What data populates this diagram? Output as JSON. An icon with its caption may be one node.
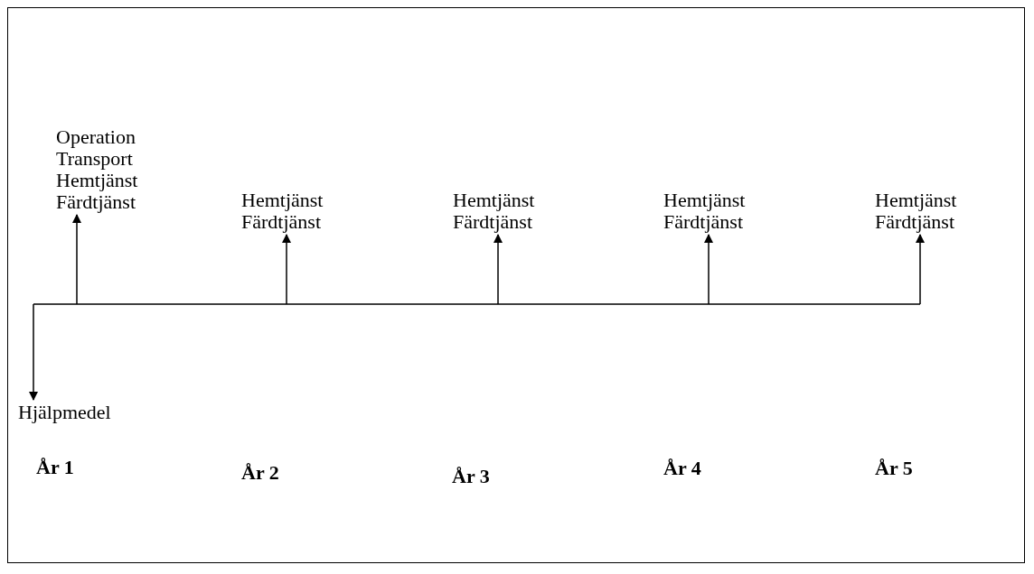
{
  "diagram": {
    "nodes": [
      {
        "text": [
          "Operation",
          "Transport",
          "Hemtjänst",
          "Färdtjänst"
        ]
      },
      {
        "text": [
          "Hemtjänst",
          "Färdtjänst"
        ]
      },
      {
        "text": [
          "Hemtjänst",
          "Färdtjänst"
        ]
      },
      {
        "text": [
          "Hemtjänst",
          "Färdtjänst"
        ]
      },
      {
        "text": [
          "Hemtjänst",
          "Färdtjänst"
        ]
      },
      {
        "text": [
          "Hjälpmedel"
        ]
      }
    ],
    "edges": [
      {
        "from": null,
        "to": 0,
        "arrow": "to"
      },
      {
        "from": null,
        "to": 1,
        "arrow": "to"
      },
      {
        "from": null,
        "to": 2,
        "arrow": "to"
      },
      {
        "from": null,
        "to": 3,
        "arrow": "to"
      },
      {
        "from": null,
        "to": 4,
        "arrow": "to"
      },
      {
        "from": null,
        "to": 5,
        "arrow": "to"
      }
    ],
    "labels": [
      "År 1",
      "År 2",
      "År 3",
      "År 4",
      "År 5"
    ]
  }
}
